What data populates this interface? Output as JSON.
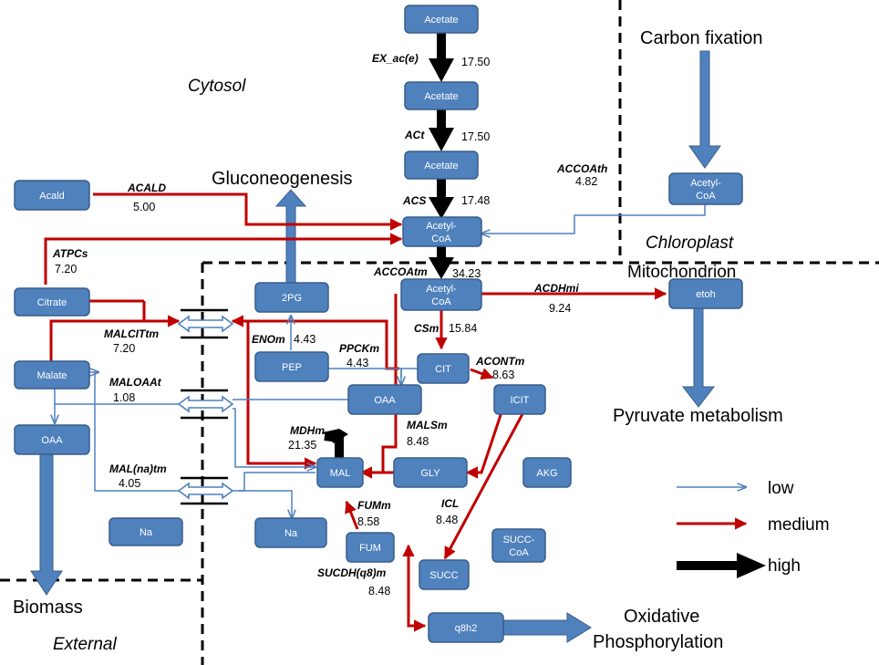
{
  "nodes": {
    "acetate_ext": "Acetate",
    "acetate_peri": "Acetate",
    "acetate_cyt": "Acetate",
    "acetylcoa_cyt": [
      "Acetyl-",
      "CoA"
    ],
    "acetylcoa_chl": [
      "Acetyl-",
      "CoA"
    ],
    "acetylcoa_mit": [
      "Acetyl-",
      "CoA"
    ],
    "acald": "Acald",
    "citrate": "Citrate",
    "malate": "Malate",
    "oaa_cyt": "OAA",
    "na_cyt": "Na",
    "pg2": "2PG",
    "pep": "PEP",
    "oaa_mit": "OAA",
    "cit": "CIT",
    "icit": "ICIT",
    "mal": "MAL",
    "gly": "GLY",
    "akg": "AKG",
    "na_mit": "Na",
    "fum": "FUM",
    "succcoa": [
      "SUCC-",
      "CoA"
    ],
    "succ": "SUCC",
    "q8h2": "q8h2",
    "etoh": "etoh"
  },
  "reactions": {
    "ex_ac": {
      "name": "EX_ac(e)",
      "flux": "17.50"
    },
    "act": {
      "name": "ACt",
      "flux": "17.50"
    },
    "acs": {
      "name": "ACS",
      "flux": "17.48"
    },
    "accoath": {
      "name": "ACCOAth",
      "flux": "4.82"
    },
    "acald": {
      "name": "ACALD",
      "flux": "5.00"
    },
    "atpcs": {
      "name": "ATPCs",
      "flux": "7.20"
    },
    "accoatm": {
      "name": "ACCOAtm",
      "flux": "34.23"
    },
    "acdhmi": {
      "name": "ACDHmi",
      "flux": "9.24"
    },
    "malcittm": {
      "name": "MALCITtm",
      "flux": "7.20"
    },
    "enom": {
      "name": "ENOm",
      "flux": "4.43"
    },
    "csm": {
      "name": "CSm",
      "flux": "15.84"
    },
    "ppckm": {
      "name": "PPCKm",
      "flux": "4.43"
    },
    "acontm": {
      "name": "ACONTm",
      "flux": "8.63"
    },
    "maloaat": {
      "name": "MALOAAt",
      "flux": "1.08"
    },
    "mdhm": {
      "name": "MDHm",
      "flux": "21.35"
    },
    "malsm": {
      "name": "MALSm",
      "flux": "8.48"
    },
    "malnatm": {
      "name": "MAL(na)tm",
      "flux": "4.05"
    },
    "icl": {
      "name": "ICL",
      "flux": "8.48"
    },
    "fumm": {
      "name": "FUMm",
      "flux": "8.58"
    },
    "sucdh": {
      "name": "SUCDH(q8)m",
      "flux": "8.48"
    }
  },
  "regions": {
    "cytosol": "Cytosol",
    "chloroplast": "Chloroplast",
    "mitochondrion": "Mitochondrion",
    "external": "External"
  },
  "pathways": {
    "carbon_fixation": "Carbon fixation",
    "gluconeogenesis": "Gluconeogenesis",
    "pyruvate": "Pyruvate metabolism",
    "biomass": "Biomass",
    "oxphos": [
      "Oxidative",
      "Phosphorylation"
    ]
  },
  "legend": {
    "low": "low",
    "medium": "medium",
    "high": "high"
  },
  "colors": {
    "node_fill": "#4f81bd",
    "low": "#4f81bd",
    "medium": "#c00000",
    "high": "#000000"
  }
}
